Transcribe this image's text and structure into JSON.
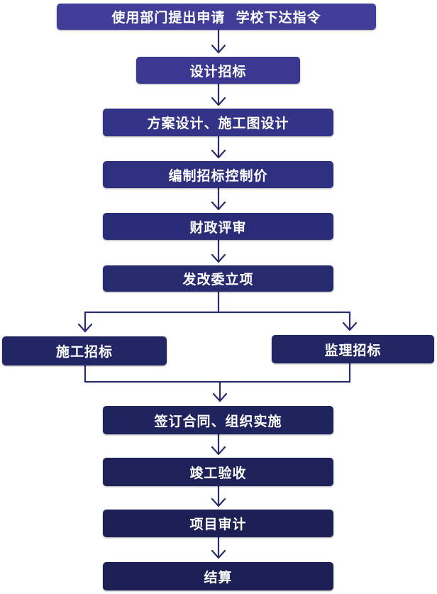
{
  "diagram": {
    "type": "flowchart",
    "colors": {
      "box_top": "#403e98",
      "box_bottom": "#1c2055",
      "connector": "#2b2c70",
      "text": "#ffffff",
      "background": "#ffffff"
    },
    "steps": [
      {
        "id": "s1",
        "label": "使用部门提出申请  学校下达指令"
      },
      {
        "id": "s2",
        "label": "设计招标"
      },
      {
        "id": "s3",
        "label": "方案设计、施工图设计"
      },
      {
        "id": "s4",
        "label": "编制招标控制价"
      },
      {
        "id": "s5",
        "label": "财政评审"
      },
      {
        "id": "s6",
        "label": "发改委立项"
      },
      {
        "id": "s7a",
        "label": "施工招标"
      },
      {
        "id": "s7b",
        "label": "监理招标"
      },
      {
        "id": "s8",
        "label": "签订合同、组织实施"
      },
      {
        "id": "s9",
        "label": "竣工验收"
      },
      {
        "id": "s10",
        "label": "项目审计"
      },
      {
        "id": "s11",
        "label": "结算"
      }
    ],
    "edges": [
      [
        "s1",
        "s2"
      ],
      [
        "s2",
        "s3"
      ],
      [
        "s3",
        "s4"
      ],
      [
        "s4",
        "s5"
      ],
      [
        "s5",
        "s6"
      ],
      [
        "s6",
        "s7a"
      ],
      [
        "s6",
        "s7b"
      ],
      [
        "s7a",
        "s8"
      ],
      [
        "s7b",
        "s8"
      ],
      [
        "s8",
        "s9"
      ],
      [
        "s9",
        "s10"
      ],
      [
        "s10",
        "s11"
      ]
    ]
  }
}
